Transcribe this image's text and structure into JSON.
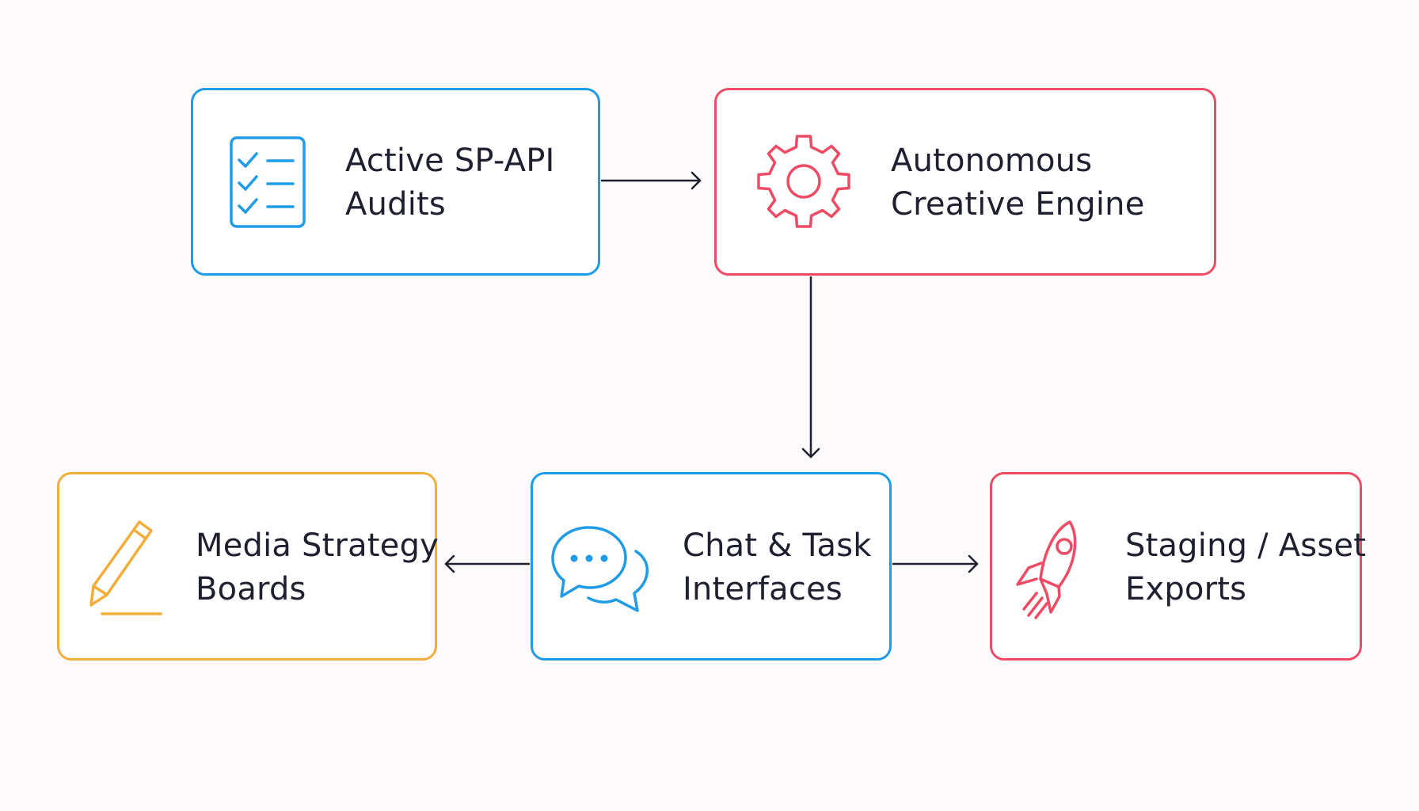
{
  "colors": {
    "blue": "#1f9be8",
    "red": "#ef4b64",
    "orange": "#f3ad3a",
    "arrow": "#1e2030",
    "text": "#1e2030"
  },
  "nodes": {
    "sp_api_audits": {
      "icon": "checklist-icon",
      "line1": "Active SP-API",
      "line2": "Audits"
    },
    "creative_engine": {
      "icon": "gear-icon",
      "line1": "Autonomous",
      "line2": "Creative Engine"
    },
    "chat_task": {
      "icon": "chat-bubbles-icon",
      "line1": "Chat & Task",
      "line2": "Interfaces"
    },
    "media_strategy": {
      "icon": "pencil-icon",
      "line1": "Media Strategy",
      "line2": "Boards"
    },
    "staging_exports": {
      "icon": "rocket-icon",
      "line1": "Staging / Asset",
      "line2": "Exports"
    }
  },
  "edges": [
    {
      "from": "sp_api_audits",
      "to": "creative_engine"
    },
    {
      "from": "creative_engine",
      "to": "chat_task"
    },
    {
      "from": "chat_task",
      "to": "media_strategy"
    },
    {
      "from": "chat_task",
      "to": "staging_exports"
    }
  ]
}
